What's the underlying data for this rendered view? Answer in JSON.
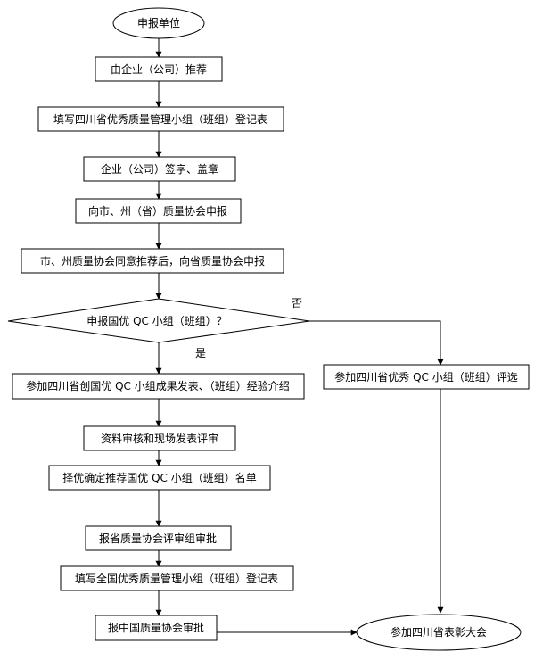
{
  "flowchart": {
    "start": "申报单位",
    "step1": "由企业（公司）推荐",
    "step2": "填写四川省优秀质量管理小组（班组）登记表",
    "step3": "企业（公司）签字、盖章",
    "step4": "向市、州（省）质量协会申报",
    "step5": "市、州质量协会同意推荐后，向省质量协会申报",
    "decision": "申报国优 QC 小组（班组）？",
    "yes_label": "是",
    "no_label": "否",
    "yes_step1": "参加四川省创国优 QC 小组成果发表、（班组）经验介绍",
    "yes_step2": "资料审核和现场发表评审",
    "yes_step3": "择优确定推荐国优 QC 小组（班组）名单",
    "yes_step4": "报省质量协会评审组审批",
    "yes_step5": "填写全国优秀质量管理小组（班组）登记表",
    "yes_step6": "报中国质量协会审批",
    "no_step1": "参加四川省优秀 QC 小组（班组）评选",
    "end": "参加四川省表彰大会"
  }
}
